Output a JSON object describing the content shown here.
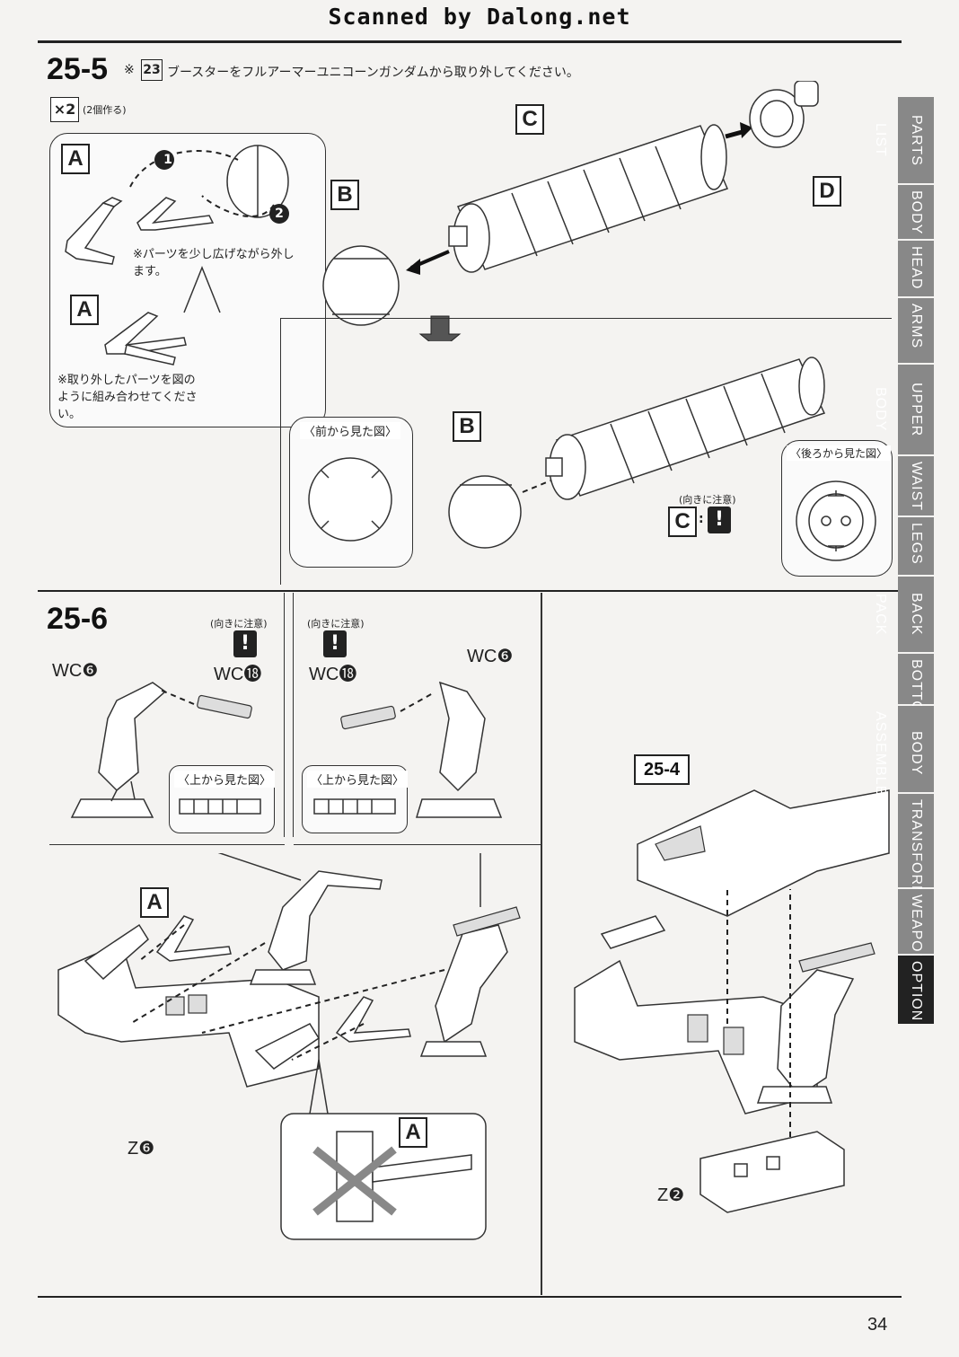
{
  "header": {
    "scan_credit": "Scanned by Dalong.net"
  },
  "step_25_5": {
    "number": "25-5",
    "note_mark": "※",
    "part_ref": "23",
    "instruction": "ブースターをフルアーマーユニコーンガンダムから取り外してください。",
    "times": "×2",
    "times_note": "(2個作る)",
    "inset_label_a1": "A",
    "inset_label_a2": "A",
    "note_remove": "※パーツを少し広げながら外します。",
    "note_assemble": "※取り外したパーツを図のように組み合わせてください。",
    "callout_1": "1",
    "callout_2": "2",
    "label_b_top": "B",
    "label_c_top": "C",
    "label_d": "D",
    "label_b_bottom": "B",
    "front_view": "〈前から見た図〉",
    "rear_view": "〈後ろから見た図〉",
    "orientation_note": "(向きに注意)",
    "label_c_bottom": "C",
    "colon": ":",
    "excl": "!"
  },
  "step_25_6": {
    "number": "25-6",
    "left": {
      "orientation_note": "(向きに注意)",
      "part_wc6": "WC❻",
      "part_wc18": "WC⓲",
      "top_view": "〈上から見た図〉"
    },
    "right": {
      "orientation_note": "(向きに注意)",
      "part_wc18": "WC⓲",
      "part_wc6": "WC❻",
      "top_view": "〈上から見た図〉"
    },
    "label_a_top": "A",
    "label_a_bottom": "A",
    "part_z6": "Z❻"
  },
  "step_25_4_ref": {
    "label": "25-4",
    "part_z2": "Z❷"
  },
  "side_tabs": [
    {
      "label": "PARTS LIST",
      "active": false
    },
    {
      "label": "BODY",
      "active": false
    },
    {
      "label": "HEAD",
      "active": false
    },
    {
      "label": "ARMS",
      "active": false
    },
    {
      "label": "UPPER BODY",
      "active": false
    },
    {
      "label": "WAIST",
      "active": false
    },
    {
      "label": "LEGS",
      "active": false
    },
    {
      "label": "BACK PACK",
      "active": false
    },
    {
      "label": "BOTTOM",
      "active": false
    },
    {
      "label": "BODY ASSEMBLE",
      "active": false
    },
    {
      "label": "TRANSFORMATION",
      "active": false
    },
    {
      "label": "WEAPONS",
      "active": false
    },
    {
      "label": "OPTION",
      "active": true
    }
  ],
  "page_number": "34",
  "colors": {
    "ink": "#222222",
    "paper": "#f4f3f1",
    "tab": "#888888",
    "tab_active": "#222222"
  }
}
